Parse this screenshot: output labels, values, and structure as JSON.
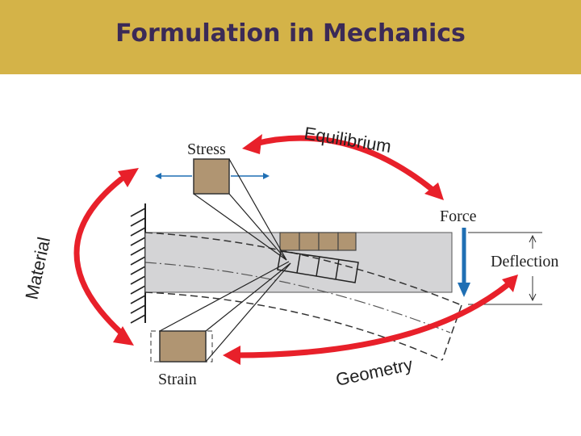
{
  "slide": {
    "title": "Formulation in Mechanics"
  },
  "diagram": {
    "labels": {
      "stress": "Stress",
      "strain": "Strain",
      "force": "Force",
      "deflection": "Deflection",
      "equilibrium": "Equilibrium",
      "geometry": "Geometry",
      "material": "Material"
    },
    "colors": {
      "arrow_red": "#e8202a",
      "force_blue": "#1f6fb4",
      "element_brown": "#b09572",
      "beam_gray": "#d4d4d6",
      "header_gold": "#d4b348",
      "title_purple": "#3b2a57"
    }
  }
}
